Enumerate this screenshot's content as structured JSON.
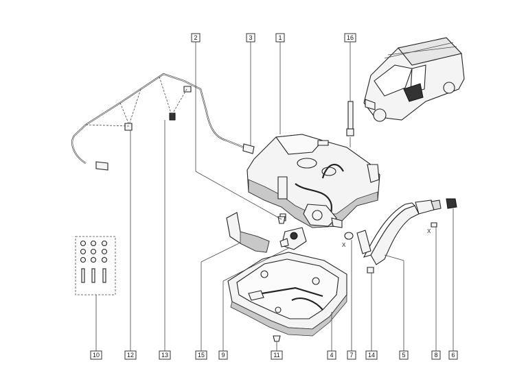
{
  "diagram": {
    "part_labels": [
      "1",
      "2",
      "3",
      "4",
      "5",
      "6",
      "7",
      "8",
      "9",
      "10",
      "11",
      "12",
      "13",
      "14",
      "15",
      "16"
    ],
    "axis_markers": [
      "X",
      "X"
    ],
    "colors": {
      "line": "#222222",
      "background": "#ffffff",
      "highlight": "#333333"
    }
  }
}
